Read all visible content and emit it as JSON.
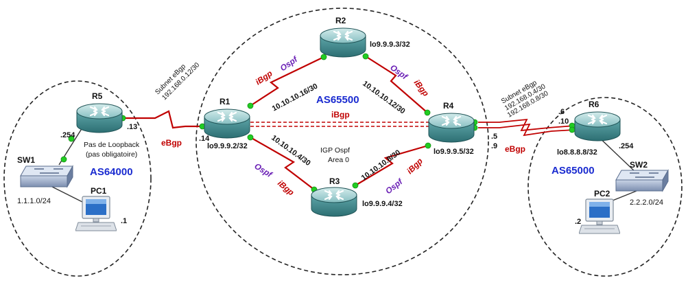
{
  "routers": {
    "r1": {
      "name": "R1",
      "loopback": "lo9.9.9.2/32"
    },
    "r2": {
      "name": "R2",
      "loopback": "lo9.9.9.3/32"
    },
    "r3": {
      "name": "R3",
      "loopback": "lo9.9.9.4/32"
    },
    "r4": {
      "name": "R4",
      "loopback": "lo9.9.9.5/32"
    },
    "r5": {
      "name": "R5"
    },
    "r6": {
      "name": "R6",
      "loopback": "lo8.8.8.8/32"
    }
  },
  "switches": {
    "sw1": "SW1",
    "sw2": "SW2"
  },
  "pcs": {
    "pc1": "PC1",
    "pc2": "PC2"
  },
  "as_labels": {
    "center": "AS65500",
    "left": "AS64000",
    "right": "AS65000"
  },
  "links": {
    "r1_r2": {
      "subnet": "10.10.10.16/30",
      "ibgp": "iBgp",
      "ospf": "Ospf"
    },
    "r2_r4": {
      "subnet": "10.10.10.12/30",
      "ibgp": "iBgp",
      "ospf": "Ospf"
    },
    "r1_r3": {
      "subnet": "10.10.10.4/30",
      "ibgp": "iBgp",
      "ospf": "Ospf"
    },
    "r3_r4": {
      "subnet": "10.10.10.8/30",
      "ibgp": "iBgp",
      "ospf": "Ospf"
    },
    "r1_r4": {
      "ibgp": "iBgp"
    },
    "r5_r1": {
      "subnet_line1": "Subnet eBgp",
      "subnet_line2": "192.168.0.12/30",
      "ebgp": "eBgp"
    },
    "r4_r6": {
      "subnet_line1": "Subnet eBgp",
      "subnet_line2": "192.168.0.4/30",
      "subnet_line3": "192.168.0.8/30",
      "ebgp": "eBgp"
    }
  },
  "interfaces": {
    "r5_eth": ".13",
    "r1_eth": ".14",
    "r5_lan": ".254",
    "r4_eth1": ".5",
    "r4_eth2": ".9",
    "r6_eth1": ".6",
    "r6_eth2": ".10",
    "r6_lan": ".254",
    "pc1_ip": ".1",
    "pc2_ip": ".2"
  },
  "lans": {
    "left": "1.1.1.0/24",
    "right": "2.2.2.0/24"
  },
  "notes": {
    "loopback_line1": "Pas de Loopback",
    "loopback_line2": "(pas obligatoire)",
    "igp_line1": "IGP Ospf",
    "igp_line2": "Area 0"
  },
  "colors": {
    "router_top": "#8fc7c9",
    "router_body": "#3f8f93",
    "link": "#c00000",
    "dot": "#22cc22",
    "as_label": "#1a2bd0",
    "ospf": "#6a1fb5"
  }
}
